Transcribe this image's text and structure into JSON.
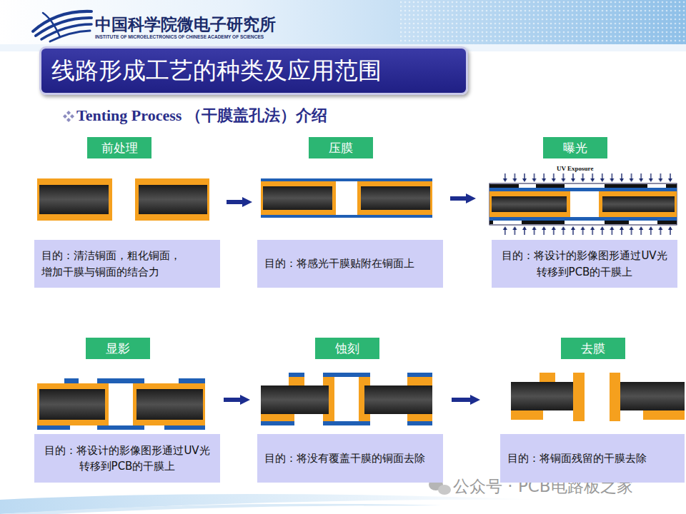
{
  "diagram": {
    "title": "线路形成工艺的种类及应用范围",
    "nodes": [
      {
        "text": [
          "前处理"
        ]
      },
      {
        "text": [
          "压膜"
        ]
      },
      {
        "text": [
          "曝光"
        ]
      },
      {
        "text": [
          "目的：清洁铜面，粗化铜面， 增加干膜与铜面的结合力"
        ]
      },
      {
        "text": [
          "目的：将感光干膜贴附在铜面上"
        ]
      },
      {
        "text": [
          "目的：将设计的影像图形通过UV光 转移到PCB的干膜上"
        ]
      },
      {
        "text": [
          "显影"
        ]
      },
      {
        "text": [
          "蚀刻"
        ]
      },
      {
        "text": [
          "去膜"
        ]
      },
      {
        "text": [
          "目的：将设计的影像图形通过UV光 转移到PCB的干膜上"
        ]
      },
      {
        "text": [
          "目的：将没有覆盖干膜的铜面去除"
        ]
      },
      {
        "text": [
          "目的：将铜面残留的干膜去除"
        ]
      }
    ],
    "labels": [
      "中国科学院微电子研究所",
      "INSTITUTE OF MICROELECTRONICS OF CHINESE ACADEMY OF SCIENCES",
      "Tenting Process （干膜盖孔法）介绍",
      "UV Exposure",
      "公众号 · PCB电路板之家"
    ]
  }
}
